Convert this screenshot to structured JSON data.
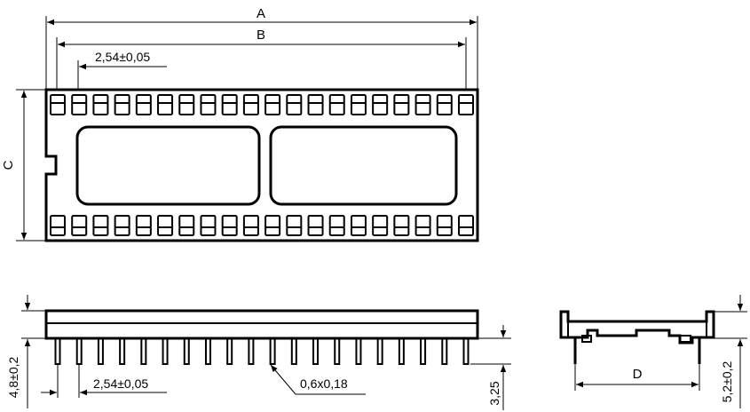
{
  "labels": {
    "dim_a": "A",
    "dim_b": "B",
    "dim_c": "C",
    "dim_d": "D",
    "pitch_top": "2,54±0,05",
    "pitch_side": "2,54±0,05",
    "pin_section": "0,6x0,18",
    "body_height": "4,8±0,2",
    "pin_length": "3,25",
    "total_height": "5,2±0,2"
  },
  "socket": {
    "pins_per_row": 20
  }
}
